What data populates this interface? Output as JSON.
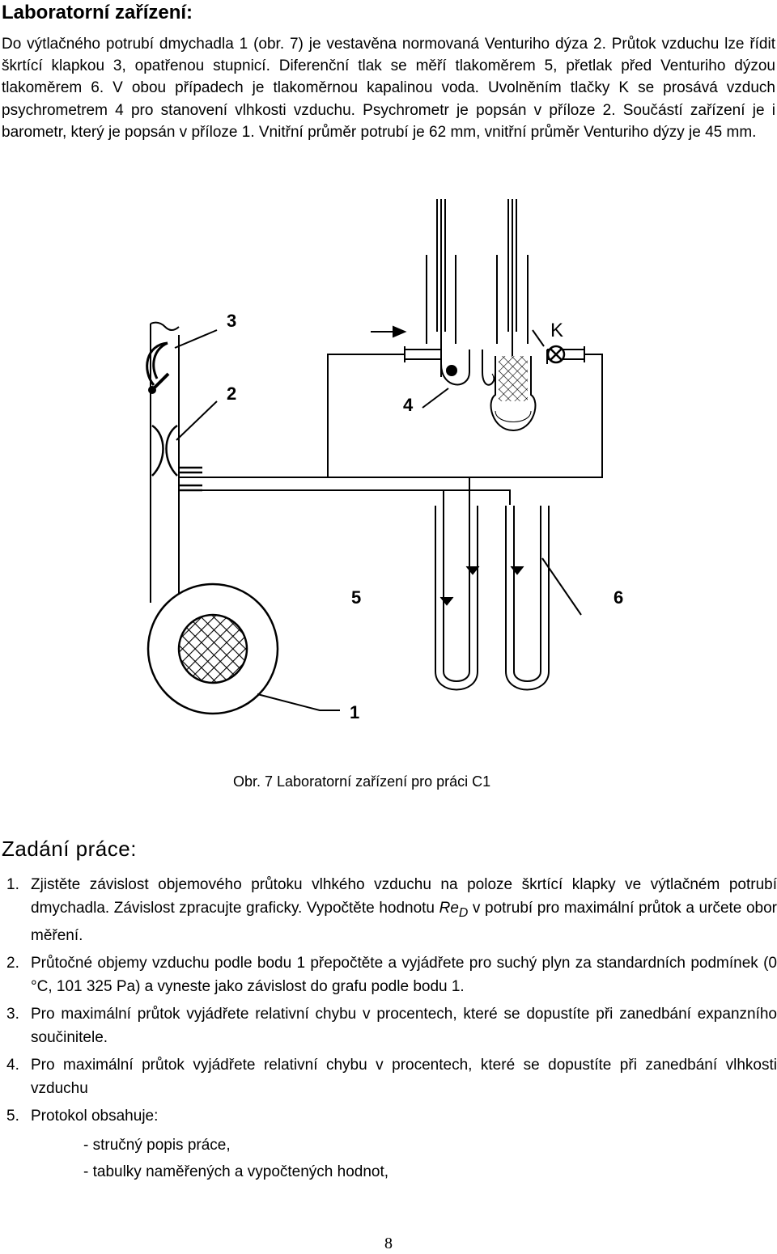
{
  "heading": "Laboratorní zařízení:",
  "intro": "Do výtlačného potrubí dmychadla 1 (obr. 7) je vestavěna normovaná Venturiho dýza 2. Průtok vzduchu lze řídit škrtící klapkou 3, opatřenou stupnicí. Diferenční tlak se měří tlakoměrem 5, přetlak před Venturiho dýzou tlakoměrem 6. V obou případech je tlakoměrnou kapalinou voda. Uvolněním tlačky K se prosává vzduch psychrometrem 4 pro stanovení vlhkosti vzduchu. Psychrometr je popsán v příloze 2. Součástí zařízení je i barometr, který je popsán v příloze 1. Vnitřní průměr potrubí je 62 mm, vnitřní průměr Venturiho dýzy je 45 mm.",
  "figure": {
    "labels": {
      "l3": "3",
      "l2": "2",
      "l4": "4",
      "lK": "K",
      "l5": "5",
      "l6": "6",
      "l1": "1"
    },
    "caption": "Obr. 7  Laboratorní zařízení pro práci C1"
  },
  "tasks_heading": "Zadání práce:",
  "tasks": [
    {
      "num": "1.",
      "text_a": "Zjistěte závislost objemového průtoku vlhkého vzduchu na poloze škrtící klapky ve výtlačném potrubí dmychadla. Závislost zpracujte graficky. Vypočtěte hodnotu ",
      "re": "Re",
      "re_sub": "D",
      "text_b": " v potrubí pro maximální průtok a určete obor měření."
    },
    {
      "num": "2.",
      "text": "Průtočné objemy vzduchu podle bodu 1 přepočtěte a vyjádřete pro suchý plyn za standardních podmínek (0 °C, 101 325 Pa) a vyneste jako závislost do grafu podle bodu 1."
    },
    {
      "num": "3.",
      "text": "Pro maximální průtok vyjádřete relativní chybu v procentech, které se dopustíte při zanedbání expanzního součinitele."
    },
    {
      "num": "4.",
      "text": "Pro maximální průtok vyjádřete relativní chybu v procentech, které se dopustíte při zanedbání vlhkosti vzduchu"
    },
    {
      "num": "5.",
      "text": "Protokol obsahuje:",
      "subitems": [
        "- stručný popis práce,",
        "- tabulky naměřených a vypočtených hodnot,"
      ]
    }
  ],
  "page_number": "8"
}
